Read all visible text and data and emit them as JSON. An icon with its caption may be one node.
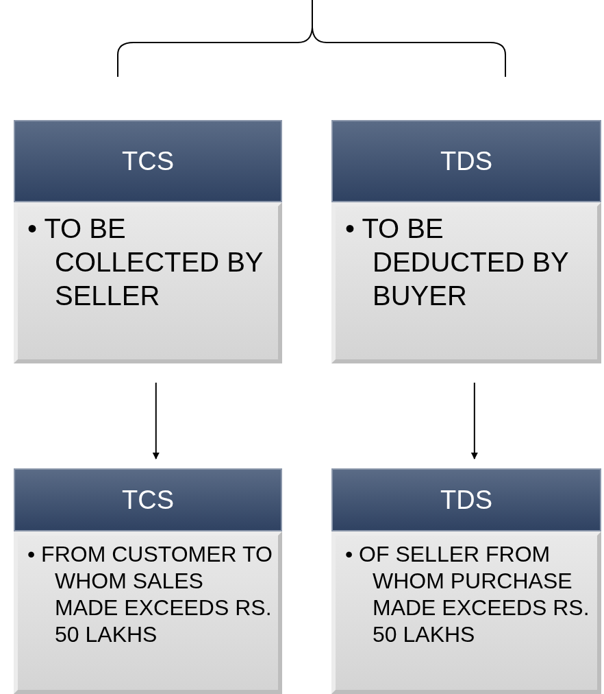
{
  "diagram": {
    "nodes": [
      {
        "text": [
          "TCS",
          "• TO BE COLLECTED BY SELLER"
        ]
      },
      {
        "text": [
          "TDS",
          "• TO BE DEDUCTED BY BUYER"
        ]
      },
      {
        "text": [
          "TCS",
          "• FROM CUSTOMER TO WHOM SALES MADE EXCEEDS RS. 50 LAKHS"
        ]
      },
      {
        "text": [
          "TDS",
          "• OF SELLER FROM WHOM PURCHASE MADE EXCEEDS RS. 50 LAKHS"
        ]
      }
    ],
    "edges": [
      {
        "from": 0,
        "to": 2,
        "arrow": "to"
      },
      {
        "from": 1,
        "to": 3,
        "arrow": "to"
      }
    ]
  }
}
